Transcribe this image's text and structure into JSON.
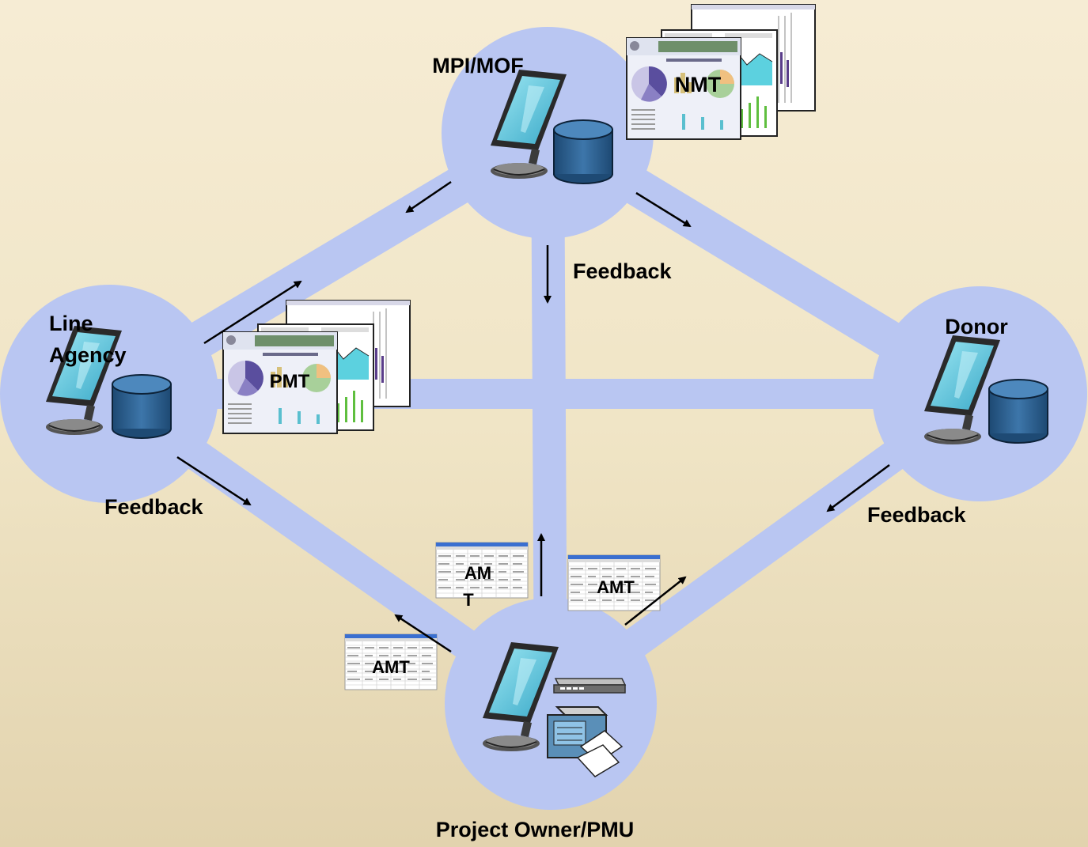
{
  "nodes": {
    "mpi_mof": {
      "label": "MPI/MOF"
    },
    "line_agency": {
      "label_line1": "Line",
      "label_line2": "Agency"
    },
    "donor": {
      "label": "Donor"
    },
    "project_owner": {
      "label": "Project Owner/PMU"
    }
  },
  "feedback_labels": {
    "center": "Feedback",
    "left": "Feedback",
    "right": "Feedback"
  },
  "documents": {
    "nmt": "NMT",
    "pmt": "PMT",
    "amt_center_line1": "AM",
    "amt_center_line2": "T",
    "amt_right": "AMT",
    "amt_left": "AMT"
  },
  "colors": {
    "node": "#b9c6f2",
    "link": "#b9c6f2",
    "background_top": "#f6ecd4",
    "background_bottom": "#e2d3ae",
    "monitor_screen": "#5ec6dc",
    "database": "#2d5f8f"
  },
  "icons": [
    "monitor-icon",
    "database-icon",
    "printer-icon",
    "network-switch-icon",
    "report-stack-icon",
    "spreadsheet-icon"
  ]
}
